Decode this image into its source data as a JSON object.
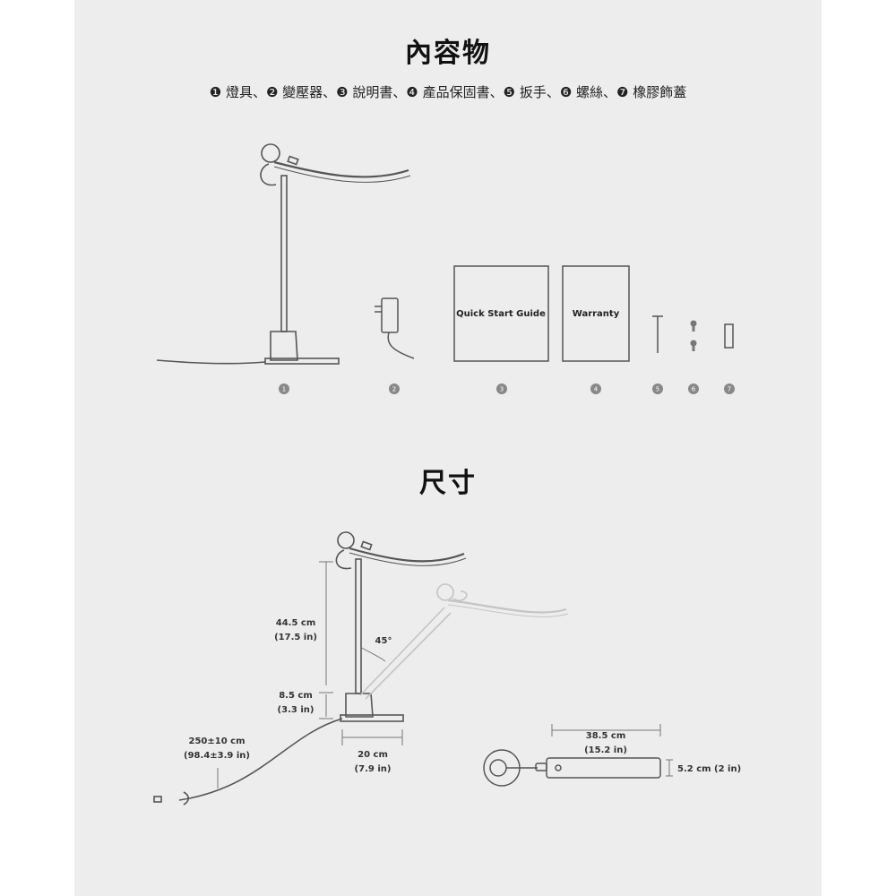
{
  "contents": {
    "title": "內容物",
    "items_text": "❶ 燈具、❷ 變壓器、❸ 說明書、❹ 產品保固書、❺ 扳手、❻ 螺絲、❼ 橡膠飾蓋",
    "guide_label": "Quick Start Guide",
    "warranty_label": "Warranty",
    "numbers": [
      "1",
      "2",
      "3",
      "4",
      "5",
      "6",
      "7"
    ]
  },
  "dimensions": {
    "title": "尺寸",
    "height_upper": "44.5 cm",
    "height_upper_in": "(17.5 in)",
    "angle": "45°",
    "height_lower": "8.5 cm",
    "height_lower_in": "(3.3 in)",
    "cable": "250±10 cm",
    "cable_in": "(98.4±3.9 in)",
    "base": "20 cm",
    "base_in": "(7.9 in)",
    "arm": "38.5 cm",
    "arm_in": "(15.2 in)",
    "arm_width": "5.2 cm (2 in)"
  },
  "colors": {
    "panel": "#ededed",
    "line": "#555555",
    "badge": "#888888"
  }
}
